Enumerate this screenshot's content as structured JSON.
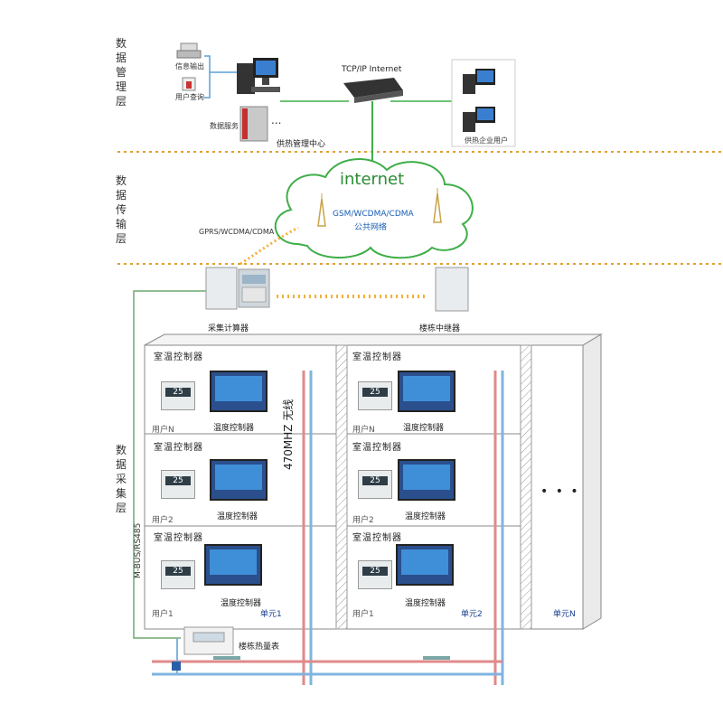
{
  "layers": {
    "management": "数据管理层",
    "transmission": "数据传输层",
    "collection": "数据采集层"
  },
  "top": {
    "printer": "信息输出",
    "query": "用户查询",
    "server": "数据服务",
    "center": "供热管理中心",
    "tcpip": "TCP/IP Internet",
    "remote": "供热企业用户",
    "ellipsis": "..."
  },
  "cloud": {
    "title": "internet",
    "line1": "GSM/WCDMA/CDMA",
    "line2": "公共网络",
    "gprs": "GPRS/WCDMA/CDMA"
  },
  "devices": {
    "collector": "采集计算器",
    "relay": "楼栋中继器",
    "building_meter": "楼栋热量表",
    "radio": "470MHZ 无线",
    "bus": "M-BUS/RS485"
  },
  "units": [
    {
      "label": "单元1",
      "rooms": [
        {
          "title": "室温控制器",
          "user": "用户N",
          "ctrl": "温度控制器",
          "display": "25"
        },
        {
          "title": "室温控制器",
          "user": "用户2",
          "ctrl": "温度控制器",
          "display": "25"
        },
        {
          "title": "室温控制器",
          "user": "用户1",
          "ctrl": "温度控制器",
          "display": "25"
        }
      ]
    },
    {
      "label": "单元2",
      "rooms": [
        {
          "title": "室温控制器",
          "user": "用户N",
          "ctrl": "温度控制器",
          "display": "25"
        },
        {
          "title": "室温控制器",
          "user": "用户2",
          "ctrl": "温度控制器",
          "display": "25"
        },
        {
          "title": "室温控制器",
          "user": "用户1",
          "ctrl": "温度控制器",
          "display": "25"
        }
      ]
    }
  ],
  "unit_n": "单元N",
  "more": "• • •",
  "colors": {
    "divider": "#e0a030",
    "pipe_supply": "#e08a8a",
    "pipe_return": "#7fb4e0",
    "bus_line": "#6ea86e",
    "cloud_stroke": "#3fae48",
    "cloud_text": "#2a8c33",
    "network_text": "#1a5fb4"
  }
}
